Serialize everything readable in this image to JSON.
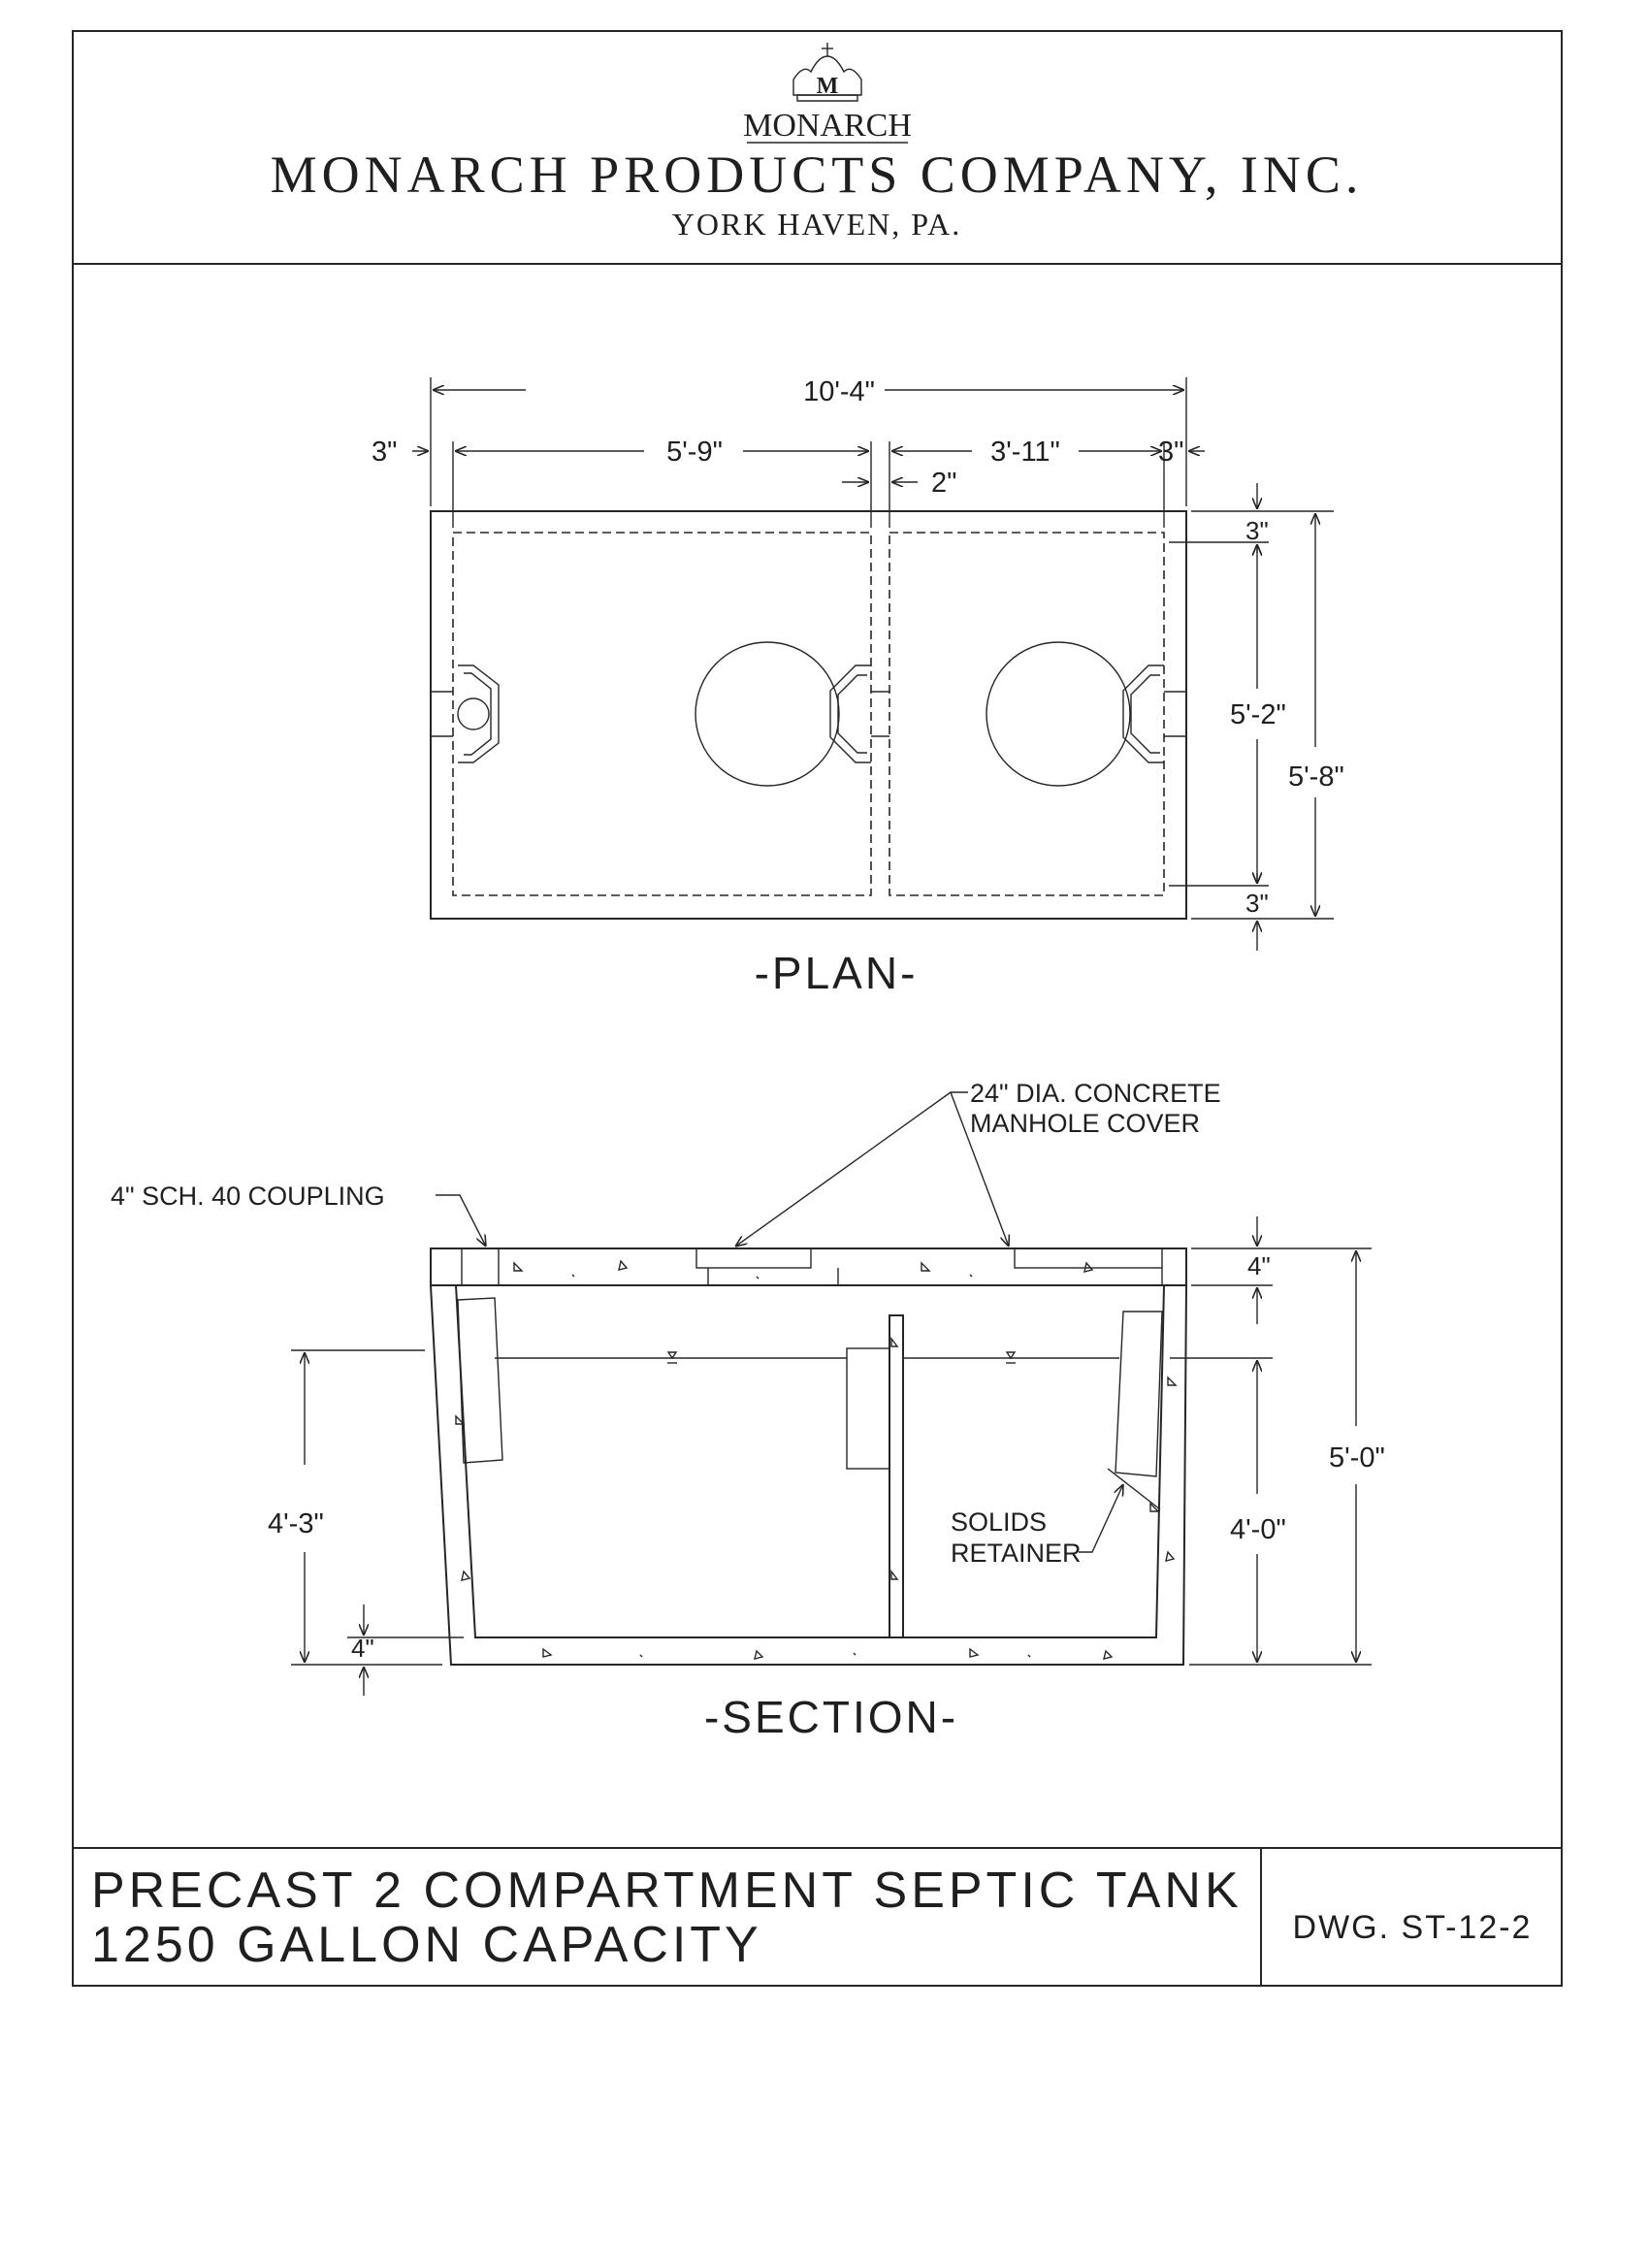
{
  "header": {
    "logo_text": "MONARCH",
    "company_name": "MONARCH PRODUCTS COMPANY, INC.",
    "location": "YORK HAVEN, PA."
  },
  "plan": {
    "title": "-PLAN-",
    "dimensions": {
      "overall_length": "10'-4\"",
      "left_wall": "3\"",
      "left_compartment": "5'-9\"",
      "right_compartment": "3'-11\"",
      "right_wall": "3\"",
      "partition": "2\"",
      "top_wall": "3\"",
      "inner_width": "5'-2\"",
      "overall_width": "5'-8\"",
      "bottom_wall": "3\""
    }
  },
  "section": {
    "title": "-SECTION-",
    "callouts": {
      "manhole_cover_line1": "24\" DIA. CONCRETE",
      "manhole_cover_line2": "MANHOLE COVER",
      "coupling": "4\" SCH. 40 COUPLING",
      "solids_retainer_line1": "SOLIDS",
      "solids_retainer_line2": "RETAINER"
    },
    "dimensions": {
      "lid_thickness": "4\"",
      "liquid_depth_left": "4'-3\"",
      "floor_thickness": "4\"",
      "liquid_depth_right": "4'-0\"",
      "overall_height": "5'-0\""
    }
  },
  "title_block": {
    "title_line1": "PRECAST 2 COMPARTMENT SEPTIC TANK",
    "title_line2": "1250 GALLON CAPACITY",
    "drawing_number": "DWG. ST-12-2"
  }
}
